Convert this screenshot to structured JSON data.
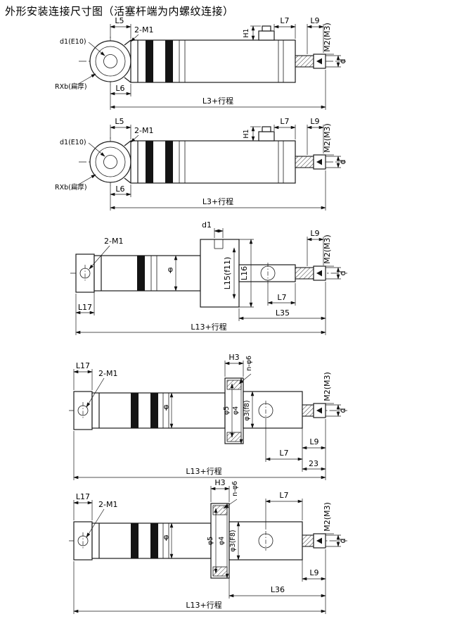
{
  "title": "外形安装连接尺寸图（活塞杆端为内螺纹连接）",
  "views": {
    "v1": {
      "L5": "L5",
      "M1": "2-M1",
      "L7": "L7",
      "L9": "L9",
      "M2": "M2(M3)",
      "H1": "H1",
      "d1": "d1(E10)",
      "RXb": "RXb(扁厚)",
      "L6": "L6",
      "L3": "L3+行程",
      "d": "d"
    },
    "v2": {
      "L5": "L5",
      "M1": "2-M1",
      "L7": "L7",
      "L9": "L9",
      "M2": "M2(M3)",
      "H1": "H1",
      "d1": "d1(E10)",
      "RXb": "RXb(扁厚)",
      "L6": "L6",
      "L3": "L3+行程",
      "d": "d"
    },
    "v3": {
      "d1": "d1",
      "M1": "2-M1",
      "phi": "φ",
      "L15": "L15(f11)",
      "L16": "L16",
      "L9": "L9",
      "M2": "M2(M3)",
      "L7": "L7",
      "d": "d",
      "L17": "L17",
      "L35": "L35",
      "L13": "L13+行程"
    },
    "v4": {
      "L17": "L17",
      "M1": "2-M1",
      "H3": "H3",
      "n6": "n-φ6",
      "phi": "φ",
      "p5": "φ5",
      "p4": "φ4",
      "p3": "φ3(f8)",
      "M2": "M2(M3)",
      "d": "d",
      "L9": "L9",
      "L7": "L7",
      "c23": "23",
      "L13": "L13+行程"
    },
    "v5": {
      "L17": "L17",
      "M1": "2-M1",
      "H3": "H3",
      "n6": "n-φ6",
      "L7": "L7",
      "phi": "φ",
      "p5": "φ5",
      "p4": "φ4",
      "p3": "φ3(F8)",
      "M2": "M2(M3)",
      "d": "d",
      "L9": "L9",
      "L36": "L36",
      "L13": "L13+行程"
    }
  }
}
